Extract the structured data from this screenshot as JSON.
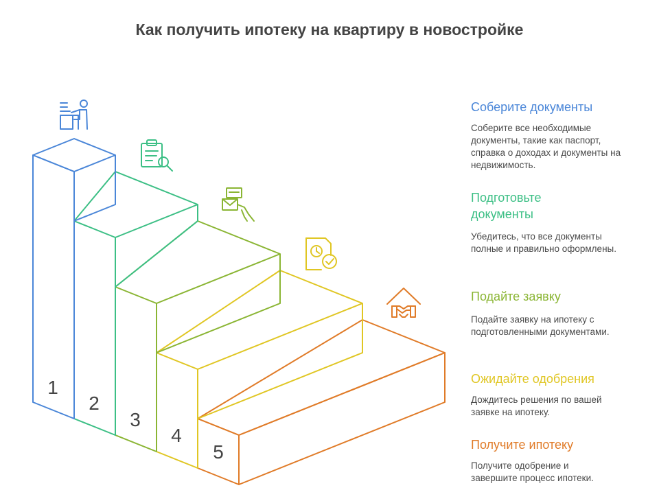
{
  "title": "Как получить ипотеку на квартиру в новостройке",
  "steps": [
    {
      "number": "1",
      "heading": "Соберите документы",
      "description": "Соберите все необходимые документы, такие как паспорт, справка о доходах и документы на недвижимость.",
      "color": "#4a86d8",
      "icon": "person-at-desk-icon"
    },
    {
      "number": "2",
      "heading": "Подготовьте документы",
      "description": "Убедитесь, что все документы полные и правильно оформлены.",
      "color": "#3cbf85",
      "icon": "clipboard-search-icon"
    },
    {
      "number": "3",
      "heading": "Подайте заявку",
      "description": "Подайте заявку на ипотеку с подготовленными документами.",
      "color": "#8ab533",
      "icon": "hand-envelope-icon"
    },
    {
      "number": "4",
      "heading": "Ожидайте одобрения",
      "description": "Дождитесь решения по вашей заявке на ипотеку.",
      "color": "#e0c623",
      "icon": "document-clock-check-icon"
    },
    {
      "number": "5",
      "heading": "Получите ипотеку",
      "description": "Получите одобрение и завершите процесс ипотеки.",
      "color": "#e07b28",
      "icon": "house-handshake-icon"
    }
  ]
}
